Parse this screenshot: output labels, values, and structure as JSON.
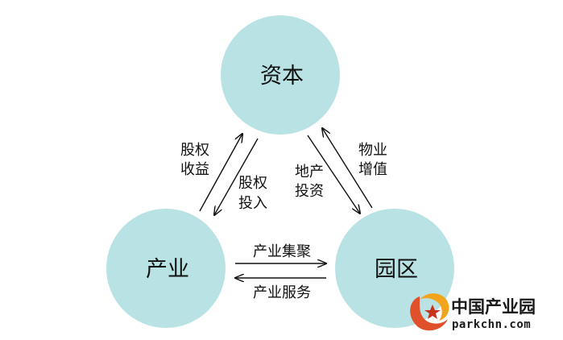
{
  "diagram": {
    "nodes": {
      "capital": "资本",
      "industry": "产业",
      "park": "园区"
    },
    "edges": {
      "equity_return": [
        "股权",
        "收益"
      ],
      "equity_investment": [
        "股权",
        "投入"
      ],
      "real_estate_investment": [
        "地产",
        "投资"
      ],
      "property_appreciation": [
        "物业",
        "增值"
      ],
      "industry_clustering": "产业集聚",
      "industry_services": "产业服务"
    },
    "node_color": "#b9e2e4"
  },
  "watermark": {
    "name": "中国产业园",
    "url": "parkchn.com"
  }
}
